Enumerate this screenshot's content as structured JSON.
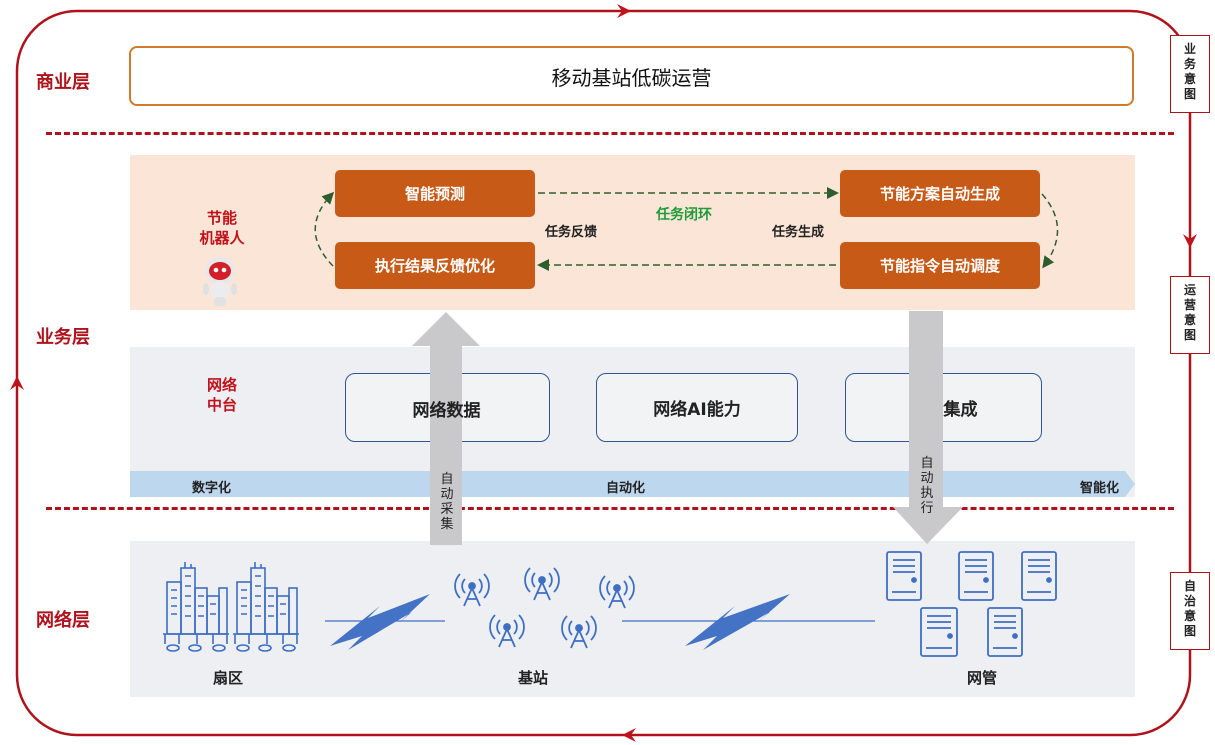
{
  "layers": {
    "business": "商业层",
    "service": "业务层",
    "network": "网络层"
  },
  "side_tags": {
    "business_intent": [
      "业",
      "务",
      "意",
      "图"
    ],
    "operation_intent": [
      "运",
      "营",
      "意",
      "图"
    ],
    "autonomy_intent": [
      "自",
      "治",
      "意",
      "图"
    ]
  },
  "top_box": "移动基站低碳运营",
  "robot": {
    "label_line1": "节能",
    "label_line2": "机器人"
  },
  "loop": {
    "predict": "智能预测",
    "plan": "节能方案自动生成",
    "dispatch": "节能指令自动调度",
    "optimize": "执行结果反馈优化",
    "closed_loop": "任务闭环",
    "feedback": "任务反馈",
    "generate": "任务生成"
  },
  "platform": {
    "label_line1": "网络",
    "label_line2": "中台",
    "boxes": [
      "网络数据",
      "网络AI能力",
      "指令集成"
    ]
  },
  "progress_bar": {
    "start": "数字化",
    "middle": "自动化",
    "end": "智能化"
  },
  "arrows": {
    "collect": [
      "自",
      "动",
      "采",
      "集"
    ],
    "execute": [
      "自",
      "动",
      "执",
      "行"
    ]
  },
  "network": {
    "sector": "扇区",
    "base_station": "基站",
    "nms": "网管"
  },
  "colors": {
    "accent_red": "#b0121b",
    "orange_box": "#c85a17",
    "blue_border": "#2f5597",
    "dashed_green": "#2e5e2e"
  }
}
